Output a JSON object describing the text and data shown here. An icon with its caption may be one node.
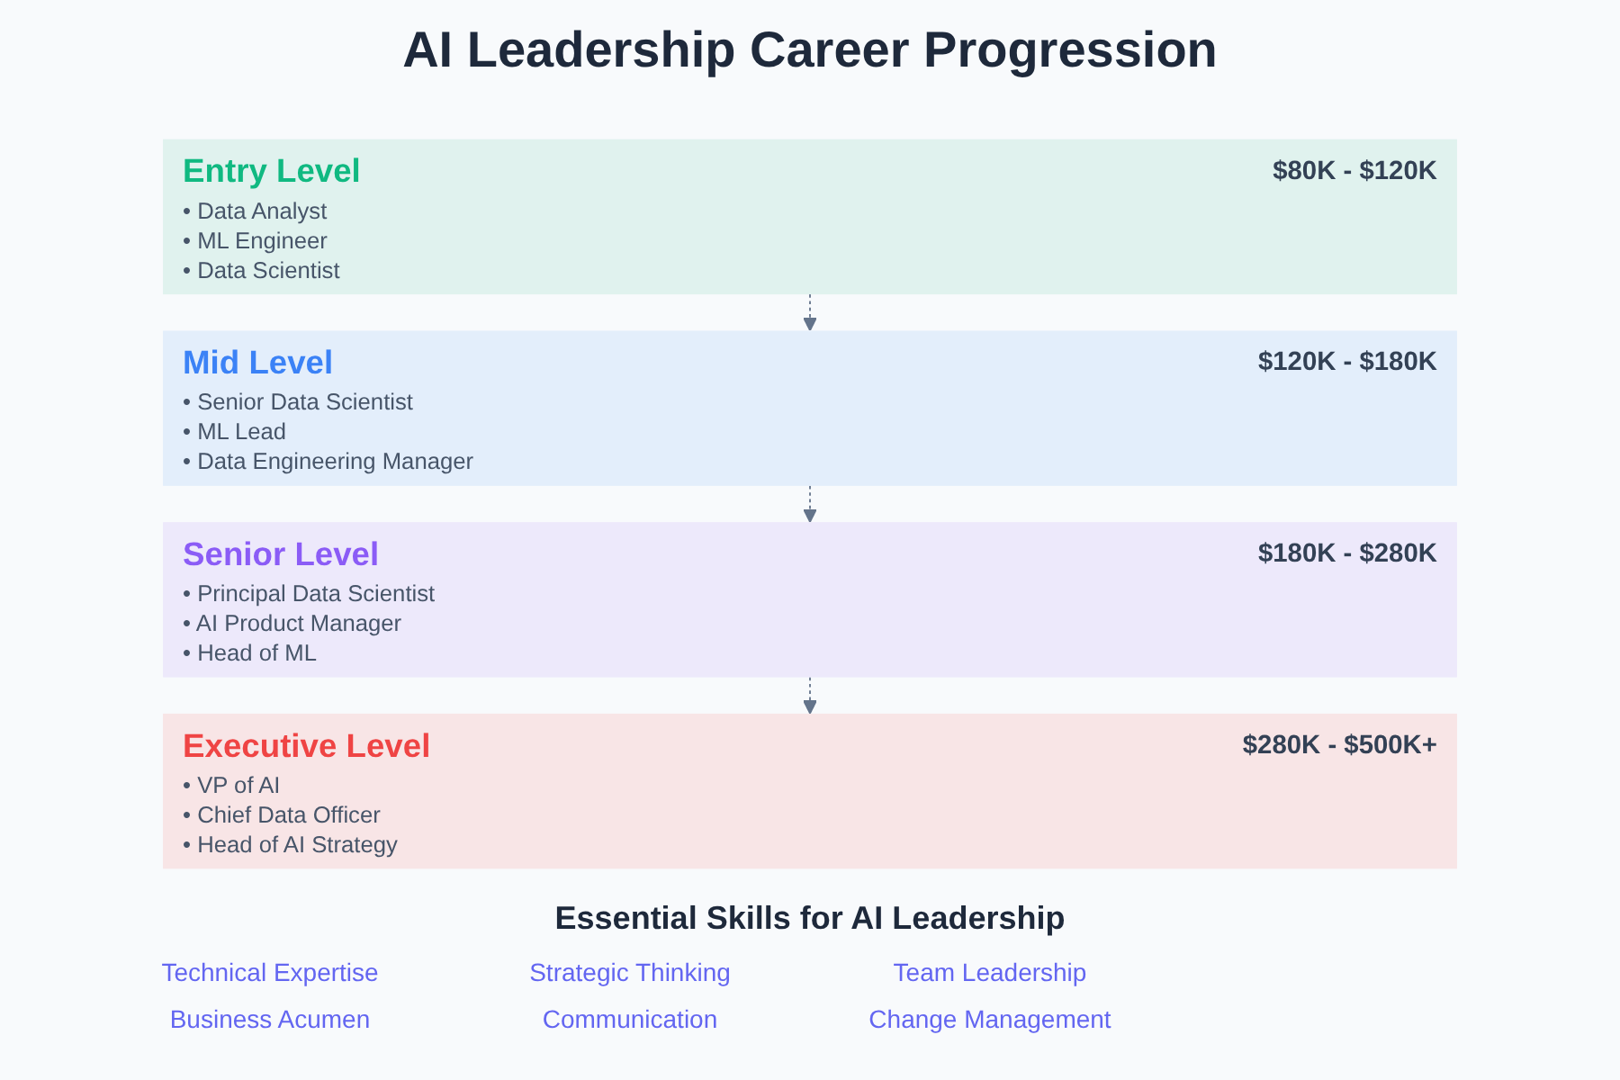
{
  "diagram": {
    "title": "AI Leadership Career Progression",
    "nodes": [
      {
        "text": [
          "Entry Level",
          "$80K - $120K",
          "• Data Analyst",
          "• ML Engineer",
          "• Data Scientist"
        ]
      },
      {
        "text": [
          "Mid Level",
          "$120K - $180K",
          "• Senior Data Scientist",
          "• ML Lead",
          "• Data Engineering Manager"
        ]
      },
      {
        "text": [
          "Senior Level",
          "$180K - $280K",
          "• Principal Data Scientist",
          "• AI Product Manager",
          "• Head of ML"
        ]
      },
      {
        "text": [
          "Executive Level",
          "$280K - $500K+",
          "• VP of AI",
          "• Chief Data Officer",
          "• Head of AI Strategy"
        ]
      }
    ],
    "edges": [
      {
        "from": 0,
        "to": 1,
        "arrow": "to",
        "style": "dashed"
      },
      {
        "from": 1,
        "to": 2,
        "arrow": "to",
        "style": "dashed"
      },
      {
        "from": 2,
        "to": 3,
        "arrow": "to",
        "style": "dashed"
      }
    ],
    "labels": [
      "Essential Skills for AI Leadership",
      "Technical Expertise",
      "Strategic Thinking",
      "Team Leadership",
      "Business Acumen",
      "Communication",
      "Change Management"
    ]
  }
}
